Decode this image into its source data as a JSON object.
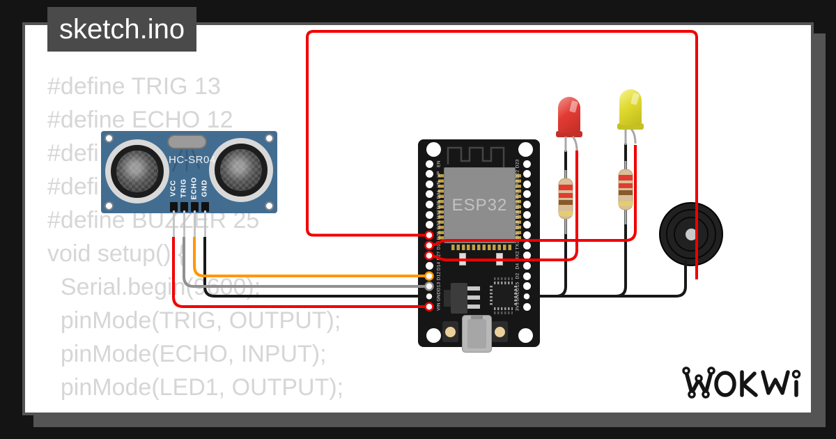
{
  "window": {
    "tab_title": "sketch.ino"
  },
  "code": {
    "lines": [
      "#define TRIG 13",
      "#define ECHO 12",
      "#defi",
      "#defi",
      "#define BUZZER 25",
      "",
      "void setup() {",
      "  Serial.begin(9600);",
      "  pinMode(TRIG, OUTPUT);",
      "  pinMode(ECHO, INPUT);",
      "  pinMode(LED1, OUTPUT);"
    ]
  },
  "sensor": {
    "label": "HC-SR04",
    "pins": [
      "VCC",
      "TRIG",
      "ECHO",
      "GND"
    ]
  },
  "esp32": {
    "chip_label": "ESP32",
    "left_pins": [
      "EN",
      "VP",
      "VN",
      "D34",
      "D35",
      "D32",
      "D33",
      "D25",
      "D26",
      "D27",
      "D14",
      "D12",
      "D13",
      "GND",
      "VIN"
    ],
    "right_pins": [
      "D23",
      "D22",
      "TX0",
      "RX0",
      "D21",
      "D19",
      "D18",
      "D5",
      "TX2",
      "RX2",
      "D4",
      "D2",
      "D15",
      "GND",
      "3V3"
    ]
  },
  "components": {
    "led1": "red-led",
    "led2": "yellow-led",
    "resistor_bands": [
      "red",
      "red",
      "brown",
      "gold"
    ],
    "buzzer": "piezo-buzzer"
  },
  "colors": {
    "wire_red": "#f10000",
    "wire_black": "#181818",
    "wire_gray": "#909090",
    "wire_orange": "#ff9800",
    "pcb_blue": "#426d91",
    "board_black": "#161616",
    "frame_gray": "#545454",
    "code_gray": "#d6d6d6"
  },
  "logo": {
    "text": "WOKWI"
  }
}
